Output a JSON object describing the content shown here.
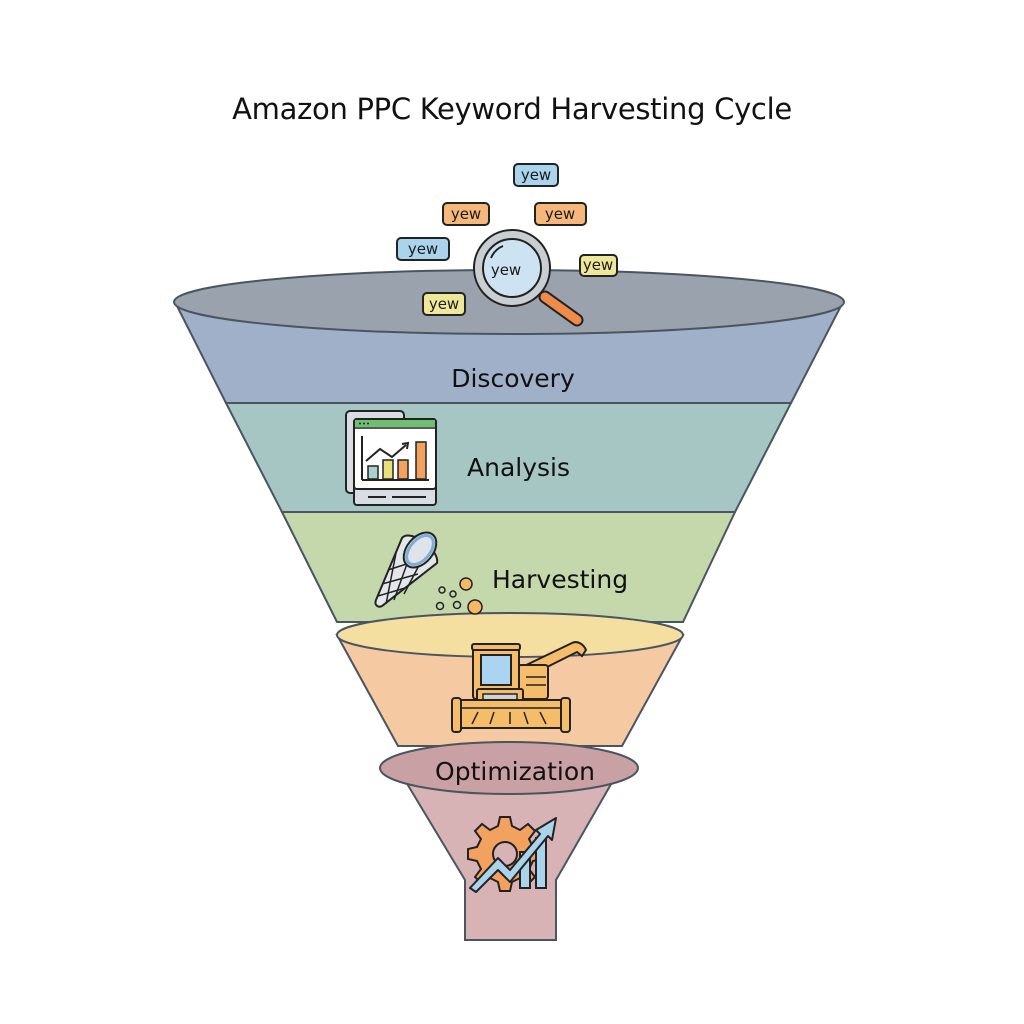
{
  "title": "Amazon PPC Keyword Harvesting Cycle",
  "stages": [
    {
      "label": "Discovery",
      "color": "#9fb0c8",
      "icon": "magnifying-glass-icon"
    },
    {
      "label": "Analysis",
      "color": "#a6c6c4",
      "icon": "bar-chart-report-icon"
    },
    {
      "label": "Harvesting",
      "color": "#c4d8ac",
      "icon": "net-icon"
    },
    {
      "label": "",
      "color": "#f5c9a1",
      "rim_color": "#f4dea0",
      "icon": "combine-harvester-icon"
    },
    {
      "label": "Optimization",
      "color": "#d7b3b6",
      "rim_color": "#c9a0a3",
      "icon": "gear-growth-arrow-icon"
    }
  ],
  "top_rim_color": "#9aa3ad",
  "keyword_tags": [
    {
      "text": "yew",
      "color": "#a9d4ec"
    },
    {
      "text": "yew",
      "color": "#f5b77a"
    },
    {
      "text": "yew",
      "color": "#f5b77a"
    },
    {
      "text": "yew",
      "color": "#a9d4ec"
    },
    {
      "text": "yew",
      "color": "#eee79a"
    },
    {
      "text": "yew",
      "color": "#eee79a"
    }
  ],
  "magnifier_text": "yew",
  "palette": {
    "outline": "#4a5560",
    "orange": "#f3a15f",
    "light_blue": "#a9d4ec",
    "yellow": "#eee79a"
  }
}
